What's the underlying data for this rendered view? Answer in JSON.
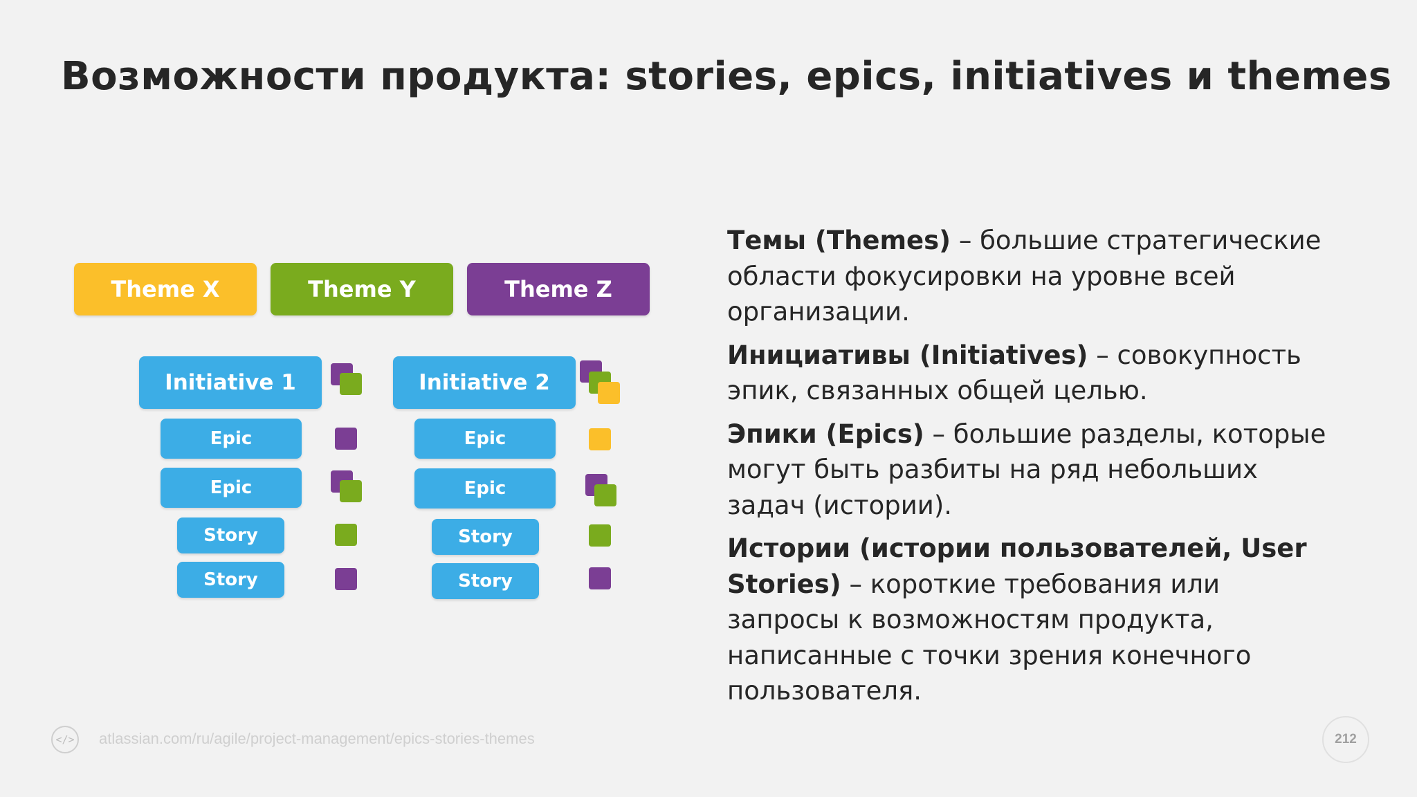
{
  "slide": {
    "title": "Возможности продукта: stories, epics, initiatives и themes",
    "url": "atlassian.com/ru/agile/project-management/epics-stories-themes",
    "page_number": "212"
  },
  "diagram": {
    "themes": [
      "Theme X",
      "Theme Y",
      "Theme Z"
    ],
    "initiatives": [
      "Initiative 1",
      "Initiative 2"
    ],
    "epic_label": "Epic",
    "story_label": "Story"
  },
  "colors": {
    "theme_x": "#fbbf2a",
    "theme_y": "#7aab1e",
    "theme_z": "#7b3e94",
    "initiative": "#3cade6"
  },
  "description": {
    "themes": {
      "term": "Темы (Themes)",
      "text": " – большие стратегические области фокусировки на уровне всей организации."
    },
    "initiatives": {
      "term": "Инициативы (Initiatives)",
      "text": " – совокупность эпик, связанных общей целью."
    },
    "epics": {
      "term": "Эпики (Epics)",
      "text": " – большие разделы, которые могут быть разбиты на ряд небольших задач (истории)."
    },
    "stories": {
      "term": "Истории (истории пользователей, User Stories)",
      "text": " – короткие  требования или запросы к возможностям продукта, написанные с точки зрения конечного пользователя."
    }
  }
}
